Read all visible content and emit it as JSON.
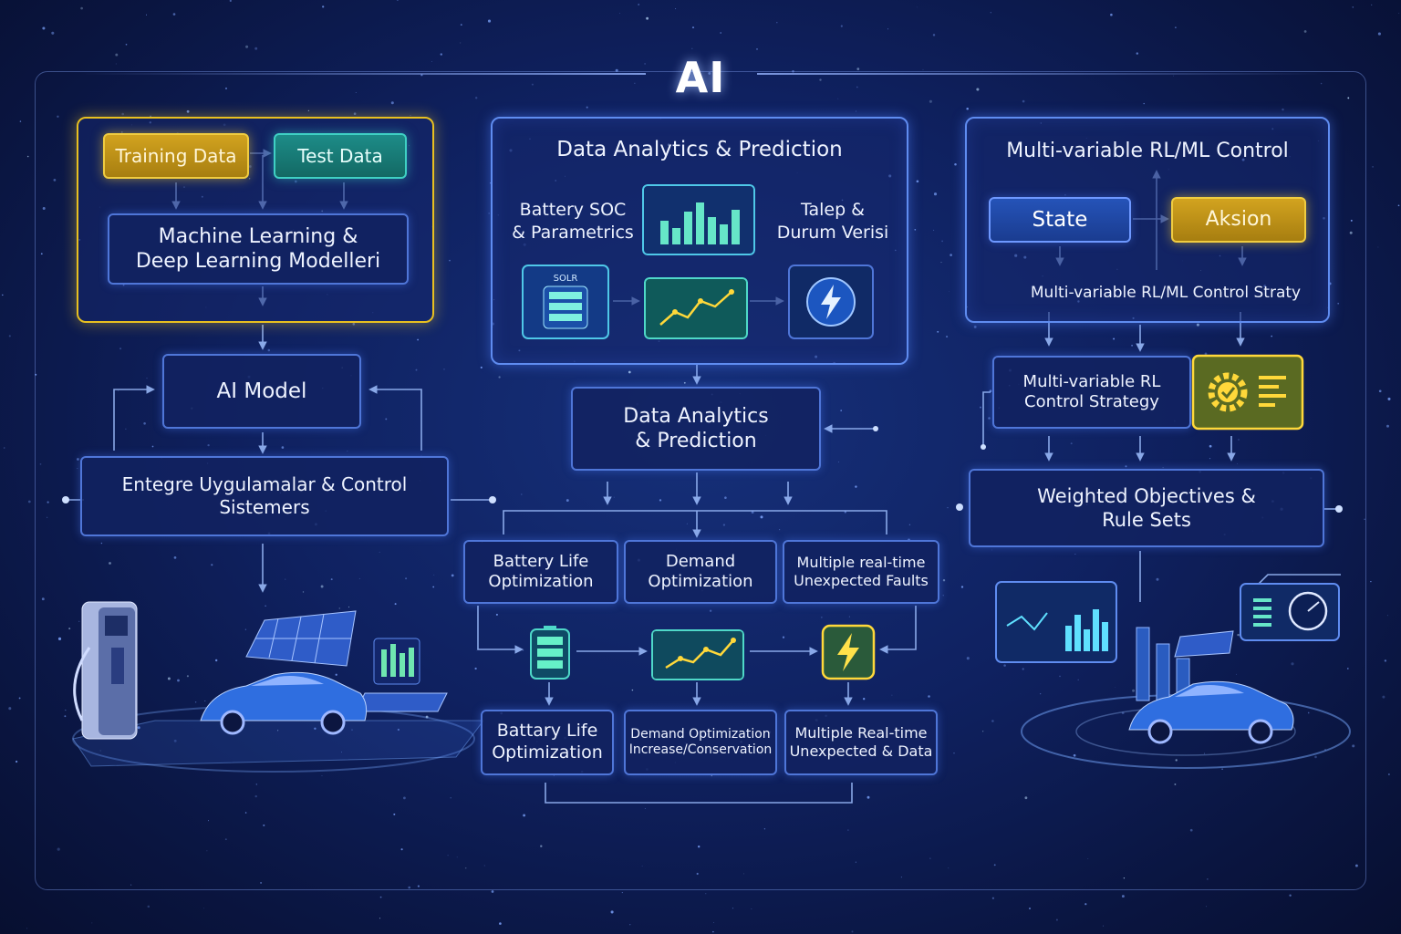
{
  "title": "AI",
  "colors": {
    "background": "#0f2160",
    "panel_border": "#5f8cf0",
    "gold": "#e8c020",
    "teal": "#3fd0c4",
    "yellow_glow": "#ffd83a"
  },
  "left": {
    "training_data": "Training Data",
    "test_data": "Test Data",
    "ml_models": "Machine Learning &\nDeep Learning Modelleri",
    "ai_model": "AI Model",
    "integrated": "Entegre Uygulamalar & Control\nSistemers"
  },
  "center": {
    "panel_title": "Data Analytics & Prediction",
    "battery_soc": "Battery SOC\n& Parametrics",
    "talep": "Talep &\nDurum Verisi",
    "db_icon_label": "SOLR",
    "analytics_box": "Data Analytics\n& Prediction",
    "row1": [
      "Battery Life\nOptimization",
      "Demand\nOptimization",
      "Multiple real-time\nUnexpected Faults"
    ],
    "row2": [
      "Battary Life\nOptimization",
      "Demand Optimization\nIncrease/Conservation",
      "Multiple Real-time\nUnexpected & Data"
    ]
  },
  "right": {
    "panel_title": "Multi-variable RL/ML Control",
    "state": "State",
    "aksion": "Aksion",
    "strategy_caption": "Multi-variable RL/ML Control Straty",
    "rl_strategy": "Multi-variable RL\nControl Strategy",
    "weighted": "Weighted Objectives &\nRule Sets"
  },
  "icons": [
    "database-icon",
    "bar-chart-icon",
    "line-chart-icon",
    "lightning-icon",
    "battery-icon",
    "gear-check-icon",
    "gauge-icon",
    "ev-charger-icon",
    "solar-panel-icon",
    "car-icon"
  ]
}
